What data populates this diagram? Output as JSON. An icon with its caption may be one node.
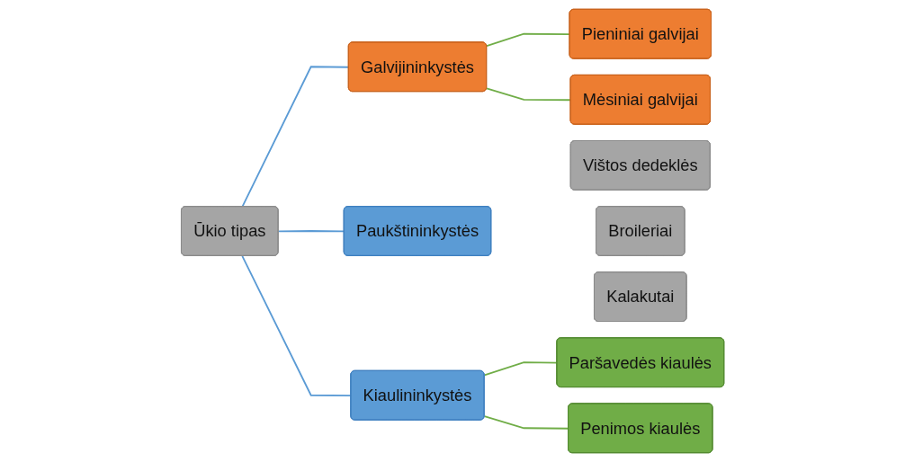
{
  "diagram": {
    "nodes": [
      {
        "text": [
          "Ūkio tipas"
        ]
      },
      {
        "text": [
          "Galvijininkystės"
        ]
      },
      {
        "text": [
          "Paukštininkystės"
        ]
      },
      {
        "text": [
          "Kiaulininkystės"
        ]
      },
      {
        "text": [
          "Pieniniai galvijai"
        ]
      },
      {
        "text": [
          "Mėsiniai galvijai"
        ]
      },
      {
        "text": [
          "Vištos dedeklės"
        ]
      },
      {
        "text": [
          "Broileriai"
        ]
      },
      {
        "text": [
          "Kalakutai"
        ]
      },
      {
        "text": [
          "Paršavedės kiaulės"
        ]
      },
      {
        "text": [
          "Penimos kiaulės"
        ]
      }
    ],
    "edges": [
      {
        "from": 0,
        "to": 1,
        "arrow": "none",
        "color": "#5b9bd5"
      },
      {
        "from": 0,
        "to": 2,
        "arrow": "none",
        "color": "#5b9bd5"
      },
      {
        "from": 0,
        "to": 3,
        "arrow": "none",
        "color": "#5b9bd5"
      },
      {
        "from": 1,
        "to": 4,
        "arrow": "none",
        "color": "#70ad47"
      },
      {
        "from": 1,
        "to": 5,
        "arrow": "none",
        "color": "#70ad47"
      },
      {
        "from": 3,
        "to": 9,
        "arrow": "none",
        "color": "#70ad47"
      },
      {
        "from": 3,
        "to": 10,
        "arrow": "none",
        "color": "#70ad47"
      }
    ]
  }
}
